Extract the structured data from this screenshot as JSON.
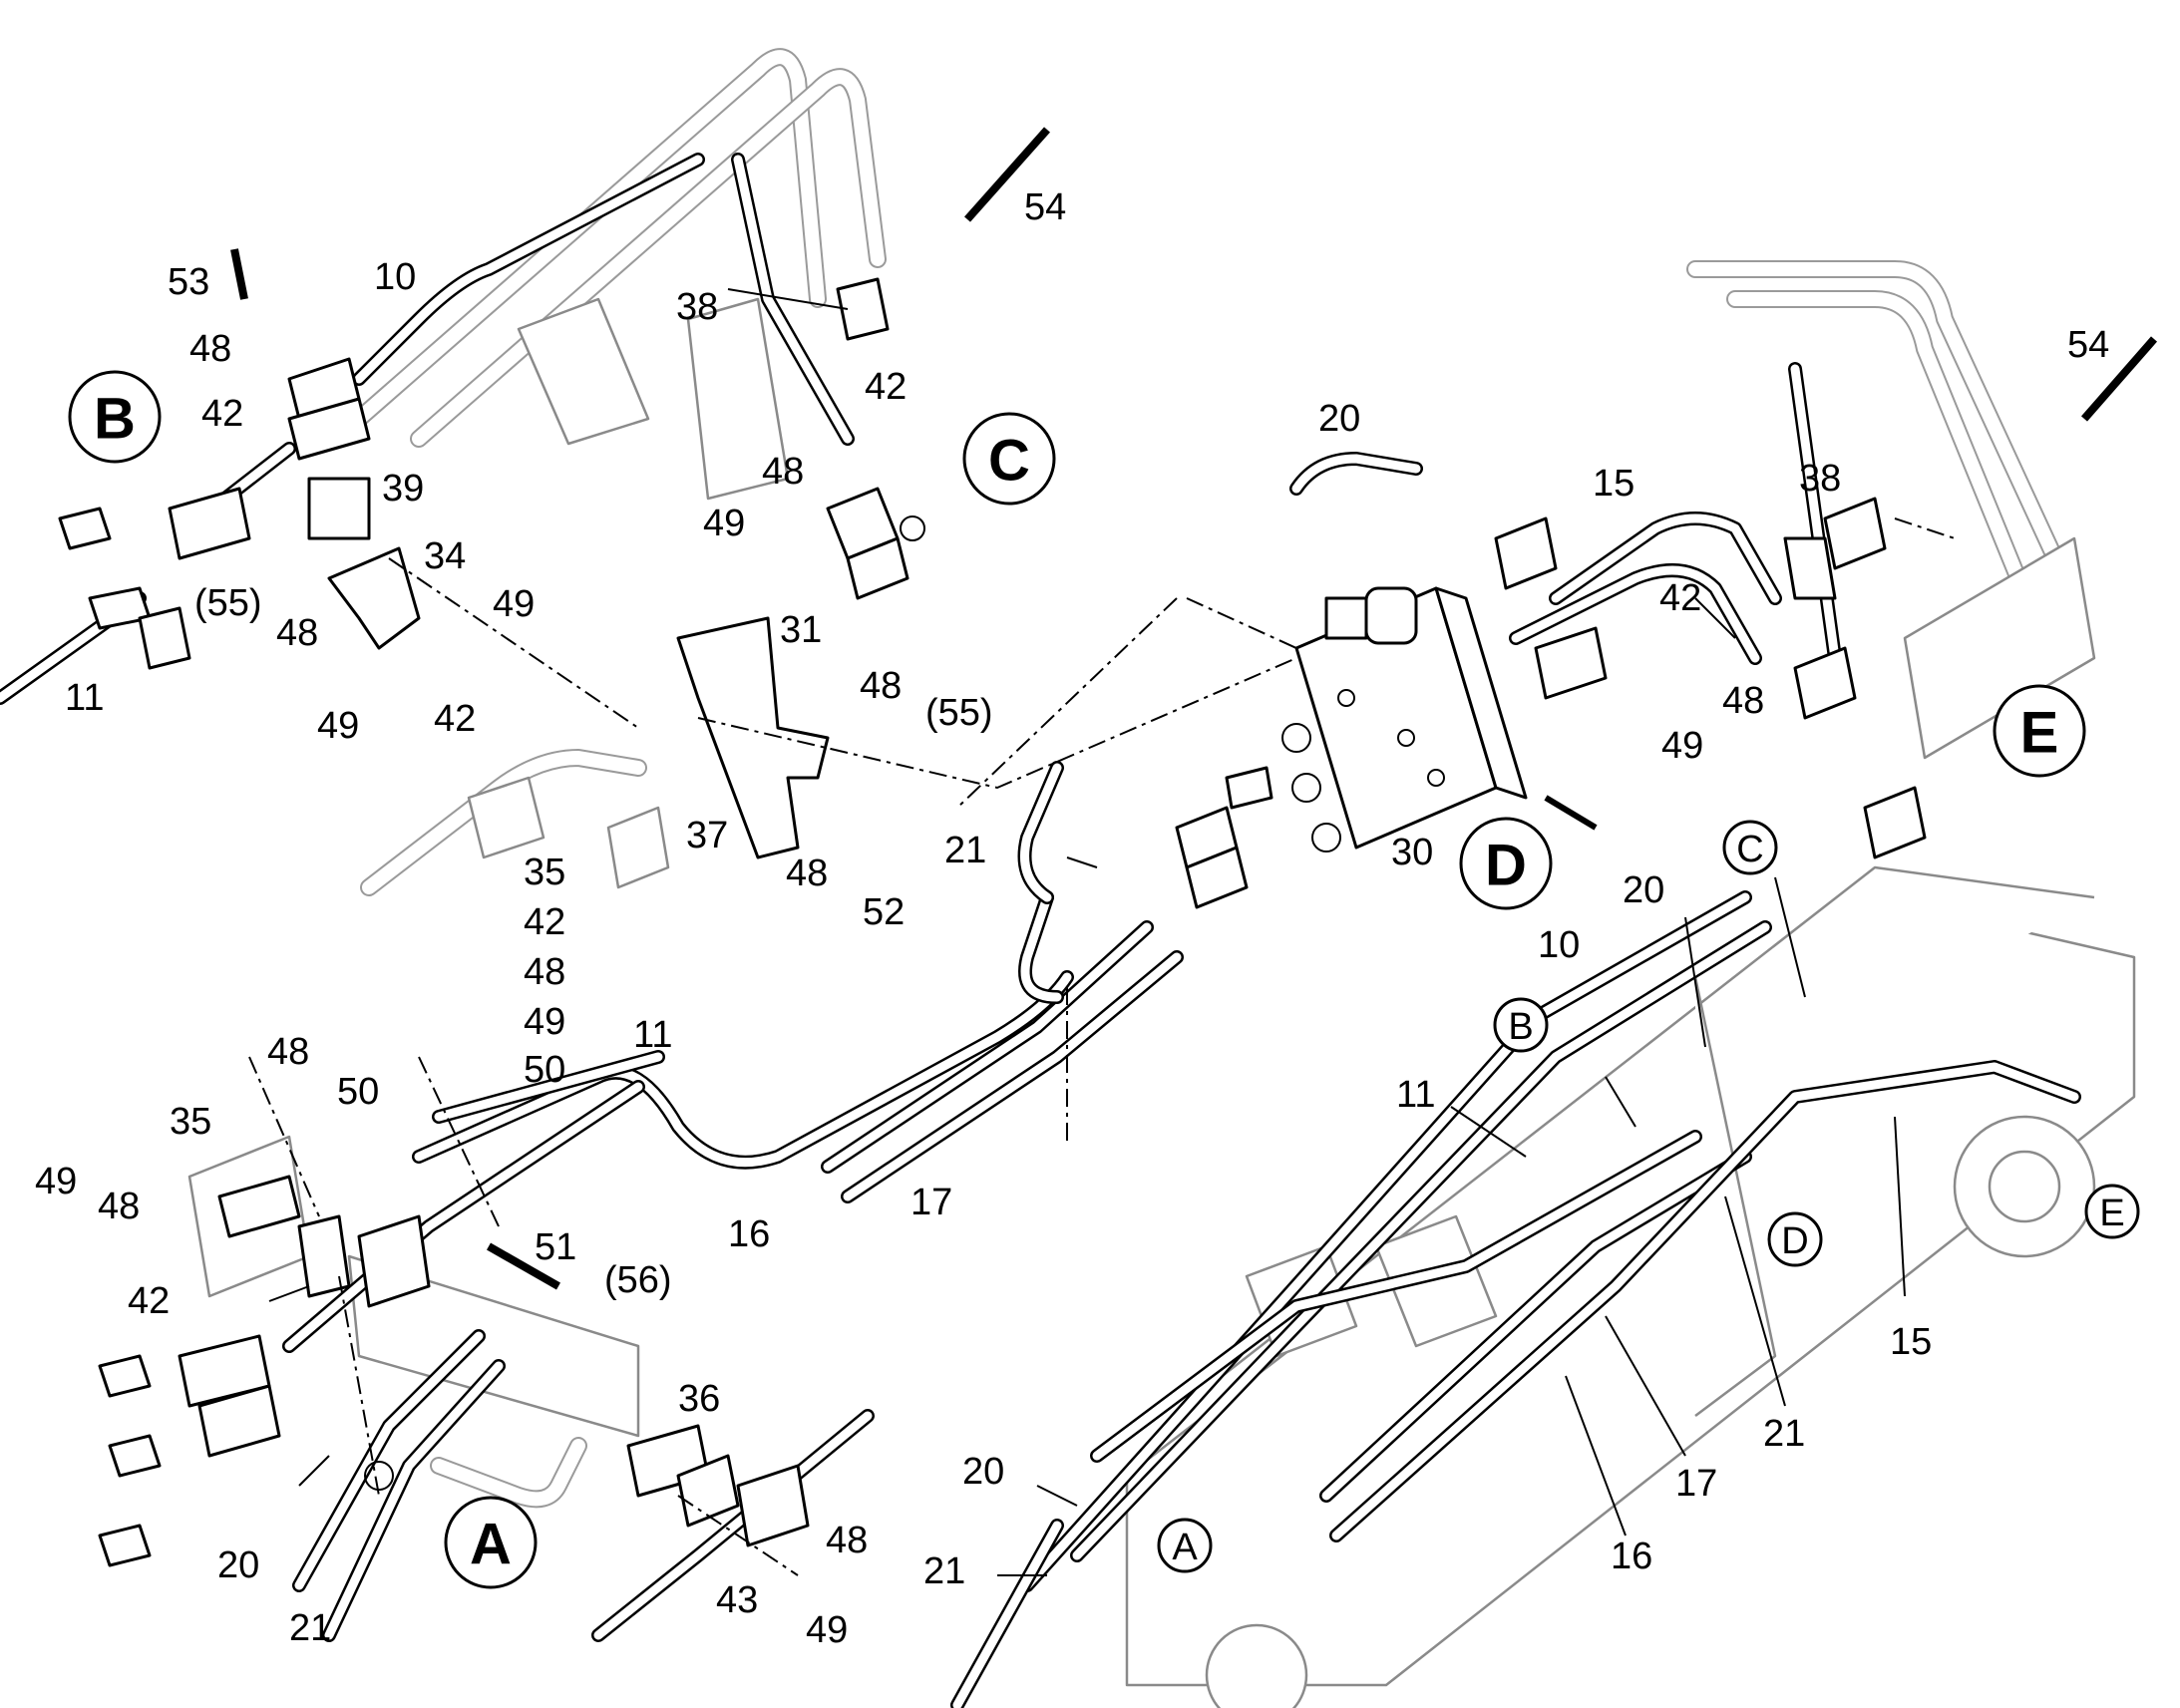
{
  "callouts": {
    "A": "A",
    "B": "B",
    "C": "C",
    "D": "D",
    "E": "E"
  },
  "labels": {
    "n10": "10",
    "n11": "11",
    "n15": "15",
    "n16": "16",
    "n17": "17",
    "n20": "20",
    "n21": "21",
    "n30": "30",
    "n31": "31",
    "n34": "34",
    "n35": "35",
    "n36": "36",
    "n37": "37",
    "n38": "38",
    "n39": "39",
    "n42": "42",
    "n43": "43",
    "n48": "48",
    "n49": "49",
    "n50": "50",
    "n51": "51",
    "n52": "52",
    "n53": "53",
    "n54": "54",
    "p55": "(55)",
    "p56": "(56)"
  },
  "stacked_label_A": [
    "35",
    "42",
    "48",
    "49",
    "50"
  ]
}
